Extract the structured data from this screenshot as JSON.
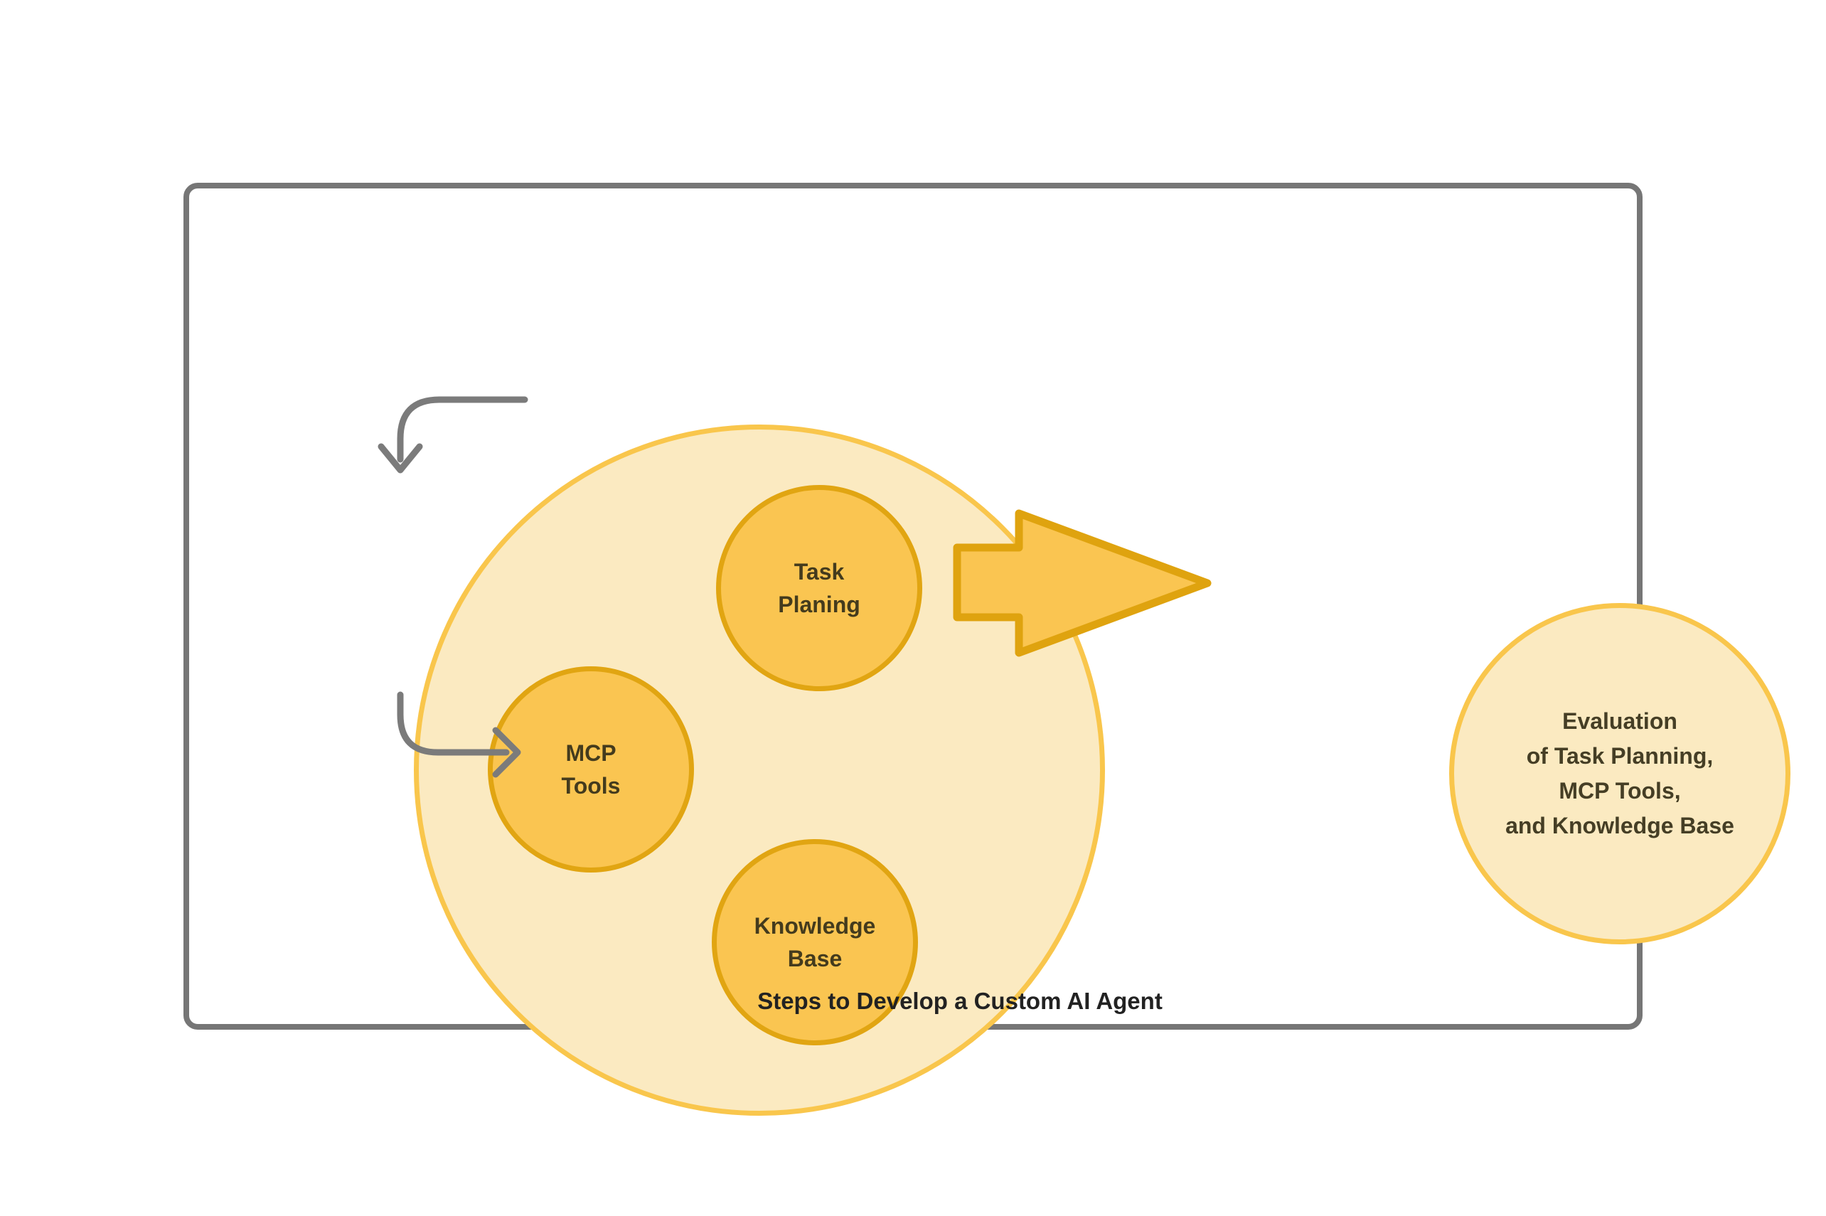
{
  "colors": {
    "frame-border": "#767676",
    "group-fill": "#FBEAC1",
    "group-border": "#F9C64C",
    "node-fill": "#FAC551",
    "node-border": "#E1A512",
    "node-text": "#443B1D",
    "connector": "#7B7B7B",
    "arrow-fill": "#FAC551",
    "arrow-border": "#DFA30F",
    "result-fill": "#FBEAC1",
    "result-border": "#F9C64C",
    "result-text": "#453E25",
    "caption-text": "#222222",
    "canvas-bg": "#FFFFFF"
  },
  "diagram": {
    "caption": "Steps to Develop a Custom AI Agent",
    "nodes": [
      {
        "id": "task-planning",
        "label": "Task\nPlaning"
      },
      {
        "id": "mcp-tools",
        "label": "MCP\nTools"
      },
      {
        "id": "knowledge-base",
        "label": "Knowledge\nBase"
      }
    ],
    "result": {
      "label": "Evaluation\nof Task Planning,\nMCP Tools,\nand Knowledge Base"
    }
  }
}
